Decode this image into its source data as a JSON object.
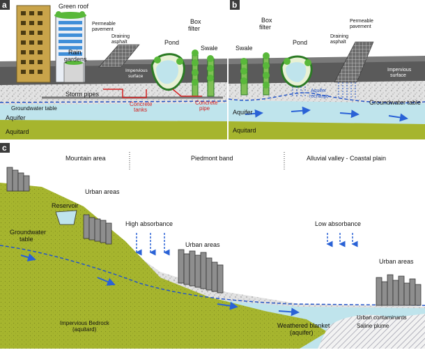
{
  "panels": {
    "a": {
      "letter": "a",
      "labels": {
        "green_roof": "Green roof",
        "permeable_pavement_1": "Permeable",
        "permeable_pavement_2": "pavement",
        "draining_asphalt_1": "Draining",
        "draining_asphalt_2": "asphalt",
        "pond": "Pond",
        "box_filter_1": "Box",
        "box_filter_2": "filter",
        "swale": "Swale",
        "rain_gardens_1": "Rain",
        "rain_gardens_2": "gardens",
        "impervious_surface_1": "Impervious",
        "impervious_surface_2": "surface",
        "storm_pipes": "Storm pipes",
        "groundwater_table": "Groundwater table",
        "concrete_tanks_1": "Concrete",
        "concrete_tanks_2": "tanks",
        "concrete_pipe_1": "Concrete",
        "concrete_pipe_2": "pipe",
        "aquifer": "Aquifer",
        "aquitard": "Aquitard"
      }
    },
    "b": {
      "letter": "b",
      "labels": {
        "swale": "Swale",
        "box_filter_1": "Box",
        "box_filter_2": "filter",
        "pond": "Pond",
        "permeable_pavement_1": "Permeable",
        "permeable_pavement_2": "pavement",
        "draining_asphalt_1": "Draining",
        "draining_asphalt_2": "asphalt",
        "impervious_surface_1": "Impervious",
        "impervious_surface_2": "surface",
        "aquifer_recharge_1": "Aquifer",
        "aquifer_recharge_2": "recharge",
        "groundwater_table": "Groundwater table",
        "aquifer": "Aquifer",
        "aquitard": "Aquitard"
      }
    },
    "c": {
      "letter": "c",
      "labels": {
        "mountain_area": "Mountain area",
        "piedmont_band": "Piedmont band",
        "alluvial_valley": "Alluvial valley - Coastal plain",
        "urban_areas_1": "Urban areas",
        "reservoir": "Reservoir",
        "high_absorbance": "High absorbance",
        "low_absorbance": "Low absorbance",
        "urban_areas_2": "Urban areas",
        "urban_areas_3": "Urban areas",
        "groundwater_table_1": "Groundwater",
        "groundwater_table_2": "table",
        "impervious_bedrock_1": "Impervious Bedrock",
        "impervious_bedrock_2": "(aquitard)",
        "weathered_blanket_1": "Weathered blanket",
        "weathered_blanket_2": "(aquifer)",
        "urban_contaminants": "Urban contaminants",
        "saline_plume": "Saline plume"
      }
    }
  },
  "colors": {
    "panel_letter_bg": "#3c3c3c",
    "road": "#5a5a5a",
    "gravel": "#e3e3e3",
    "aquifer": "#bfe4ec",
    "aquitard": "#a5b52d",
    "water_table_line": "#2355c8",
    "flow_arrow": "#2a62d6",
    "concrete_red": "#d42020",
    "building_tan": "#c9a44a",
    "building_blue": "#3f8ed8",
    "tree_green": "#59b83a",
    "bedrock": "#a3b33a",
    "city_grey": "#8e8e8e"
  }
}
